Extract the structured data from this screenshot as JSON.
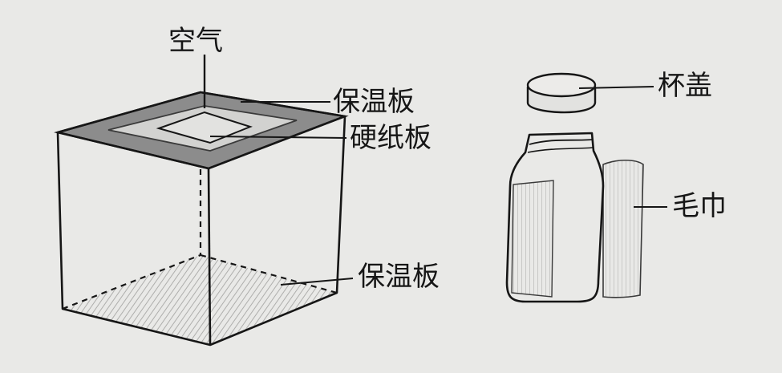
{
  "labels": {
    "air": "空气",
    "top_board": "保温板",
    "cardboard": "硬纸板",
    "bottom_board": "保温板",
    "lid": "杯盖",
    "towel": "毛巾"
  },
  "colors": {
    "background": "#e9e9e7",
    "ink": "#161616",
    "shading": "#8c8c8c",
    "light_shading": "#c9c9c7"
  }
}
